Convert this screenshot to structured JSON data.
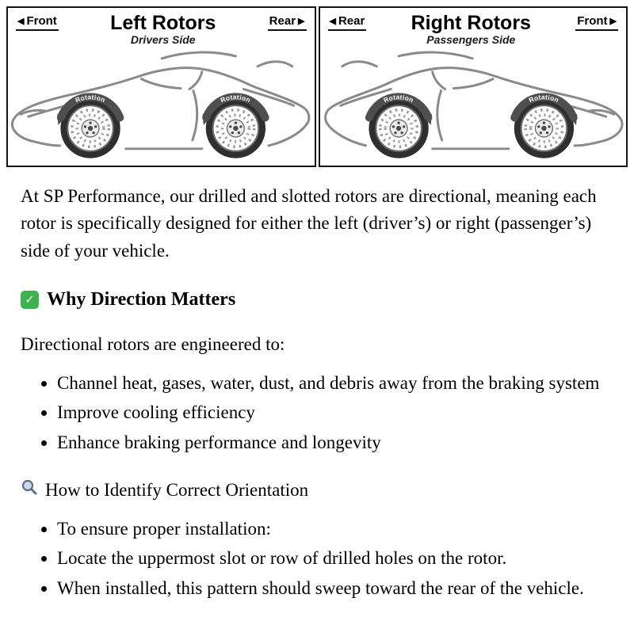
{
  "icons": {
    "arrow_left": "◀",
    "arrow_right": "▶",
    "check": "✓"
  },
  "diagram": {
    "rotation_label": "Rotation",
    "left_panel": {
      "front_label": "Front",
      "rear_label": "Rear",
      "title": "Left Rotors",
      "subtitle": "Drivers Side"
    },
    "right_panel": {
      "rear_label": "Rear",
      "front_label": "Front",
      "title": "Right Rotors",
      "subtitle": "Passengers Side"
    }
  },
  "content": {
    "intro": "At SP Performance, our drilled and slotted rotors are directional, meaning each rotor is specifically designed for either the left (driver’s) or right (passenger’s) side of your vehicle.",
    "section1": {
      "title": "Why Direction Matters",
      "lead": "Directional rotors are engineered to:",
      "bullets": [
        "Channel heat, gases, water, dust, and debris away from the braking system",
        "Improve cooling efficiency",
        "Enhance braking performance and longevity"
      ]
    },
    "section2": {
      "title": "How to Identify Correct Orientation",
      "bullets": [
        "To ensure proper installation:",
        "Locate the uppermost slot or row of drilled holes on the rotor.",
        "When installed, this pattern should sweep toward the rear of the vehicle."
      ]
    }
  }
}
